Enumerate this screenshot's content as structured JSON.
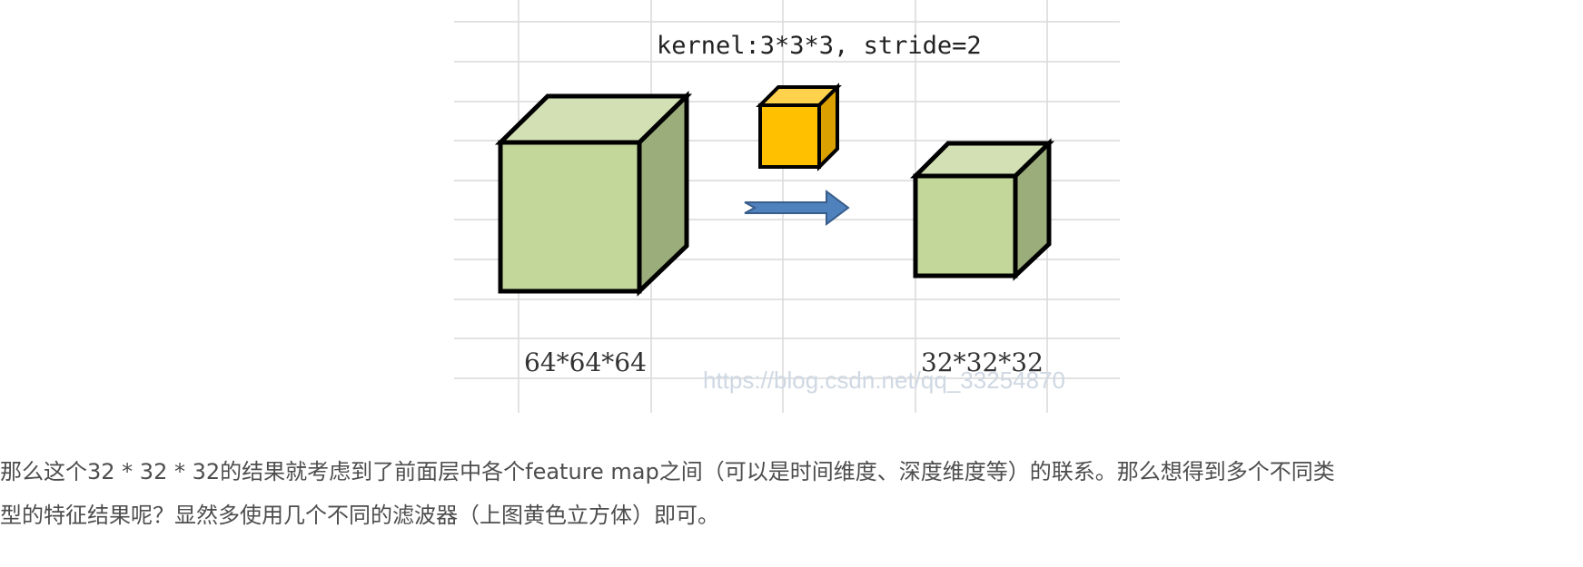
{
  "figure": {
    "title": "kernel:3*3*3, stride=2",
    "input_label": "64*64*64",
    "output_label": "32*32*32",
    "watermark": "https://blog.csdn.net/qq_33254870",
    "colors": {
      "grid": "#d9d9d9",
      "green_front": "#c4d79b",
      "green_top": "#d2e0b3",
      "green_side": "#9bad7a",
      "yellow_front": "#ffc000",
      "yellow_top": "#ffd24d",
      "yellow_side": "#d9a000",
      "arrow": "#4f81bd",
      "outline": "#000000"
    }
  },
  "paragraph": {
    "line1": "那么这个32 * 32 * 32的结果就考虑到了前面层中各个feature map之间（可以是时间维度、深度维度等）的联系。那么想得到多个不同类",
    "line2": "型的特征结果呢？显然多使用几个不同的滤波器（上图黄色立方体）即可。"
  }
}
